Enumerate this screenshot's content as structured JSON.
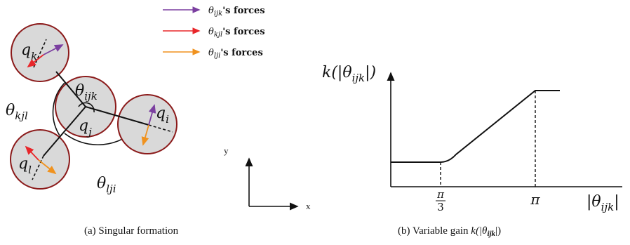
{
  "legend": [
    {
      "sym": "θ",
      "sub": "ijk",
      "suffix": "'s forces",
      "color": "#7b3fa0"
    },
    {
      "sym": "θ",
      "sub": "kjl",
      "suffix": "'s forces",
      "color": "#e8262a"
    },
    {
      "sym": "θ",
      "sub": "lji",
      "suffix": "'s forces",
      "color": "#f0921e"
    }
  ],
  "colors": {
    "circle_fill": "#d9d9d9",
    "circle_stroke": "#8b1a1a",
    "purple": "#7b3fa0",
    "red": "#e8262a",
    "orange": "#f0921e"
  },
  "agents": {
    "k": {
      "sym": "q",
      "sub": "k"
    },
    "j": {
      "sym": "q",
      "sub": "j"
    },
    "i": {
      "sym": "q",
      "sub": "i"
    },
    "l": {
      "sym": "q",
      "sub": "l"
    }
  },
  "angles": {
    "ijk": {
      "sym": "θ",
      "sub": "ijk"
    },
    "kjl": {
      "sym": "θ",
      "sub": "kjl"
    },
    "lji": {
      "sym": "θ",
      "sub": "lji"
    }
  },
  "axes_small": {
    "y": "y",
    "x": "x"
  },
  "plot": {
    "ylabel_prefix": "k(|θ",
    "ylabel_sub": "ijk",
    "ylabel_suffix": "|)",
    "xlabel_prefix": "|θ",
    "xlabel_sub": "ijk",
    "xlabel_suffix": "|",
    "tick1_num": "π",
    "tick1_den": "3",
    "tick2": "π"
  },
  "captions": {
    "a": "(a)  Singular formation",
    "b_prefix": "(b)  Variable gain ",
    "b_math": "k(|θ",
    "b_sub": "ijk",
    "b_suffix": "|)"
  }
}
